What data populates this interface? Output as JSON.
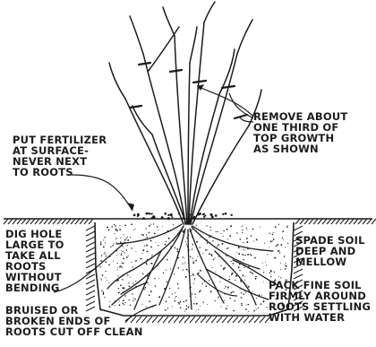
{
  "labels": {
    "remove_top": [
      "REMOVE ABOUT",
      "ONE THIRD OF",
      "TOP GROWTH",
      "AS SHOWN"
    ],
    "fertilizer": [
      "PUT FERTILIZER",
      "AT SURFACE-",
      "NEVER NEXT",
      "TO ROOTS"
    ],
    "dig_hole": [
      "DIG HOLE",
      "LARGE TO",
      "TAKE ALL",
      "ROOTS",
      "WITHOUT",
      "BENDING"
    ],
    "spade_soil": [
      "SPADE SOIL",
      "DEEP AND",
      "MELLOW"
    ],
    "pack_soil": [
      "PACK FINE SOIL",
      "FIRMLY AROUND",
      "ROOTS SETTLING",
      "WITH WATER"
    ],
    "bruised": [
      "BRUISED OR",
      "BROKEN ENDS OF",
      "ROOTS CUT OFF CLEAN"
    ]
  },
  "colors": {
    "ink": "#1b1b1b",
    "paper": "#ffffff"
  }
}
